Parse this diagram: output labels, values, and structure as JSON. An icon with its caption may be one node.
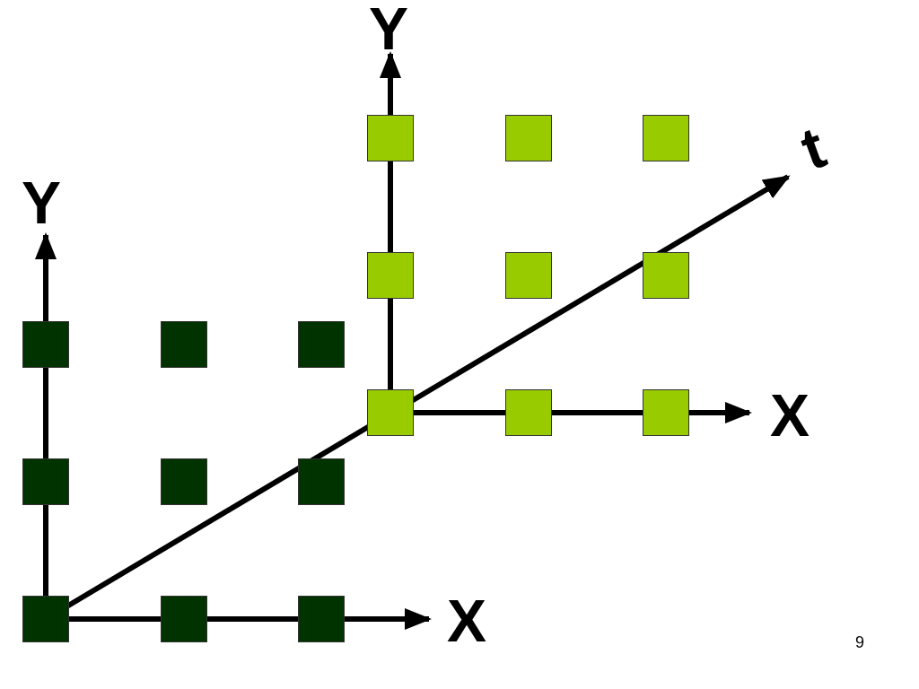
{
  "diagram": {
    "nodes": [
      {
        "text": [],
        "shape": "box"
      },
      {
        "text": [],
        "shape": "box"
      },
      {
        "text": [],
        "shape": "box"
      },
      {
        "text": [],
        "shape": "box"
      },
      {
        "text": [],
        "shape": "box"
      },
      {
        "text": [],
        "shape": "box"
      },
      {
        "text": [],
        "shape": "box"
      },
      {
        "text": [],
        "shape": "box"
      },
      {
        "text": [],
        "shape": "box"
      },
      {
        "text": [],
        "shape": "box"
      },
      {
        "text": [],
        "shape": "box"
      },
      {
        "text": [],
        "shape": "box"
      },
      {
        "text": [],
        "shape": "box"
      },
      {
        "text": [],
        "shape": "box"
      },
      {
        "text": [],
        "shape": "box"
      },
      {
        "text": [],
        "shape": "box"
      },
      {
        "text": [],
        "shape": "box"
      },
      {
        "text": [],
        "shape": "box"
      }
    ],
    "edges": [],
    "labels": [
      "Y",
      "t",
      "Y",
      "X",
      "X",
      "9"
    ]
  }
}
